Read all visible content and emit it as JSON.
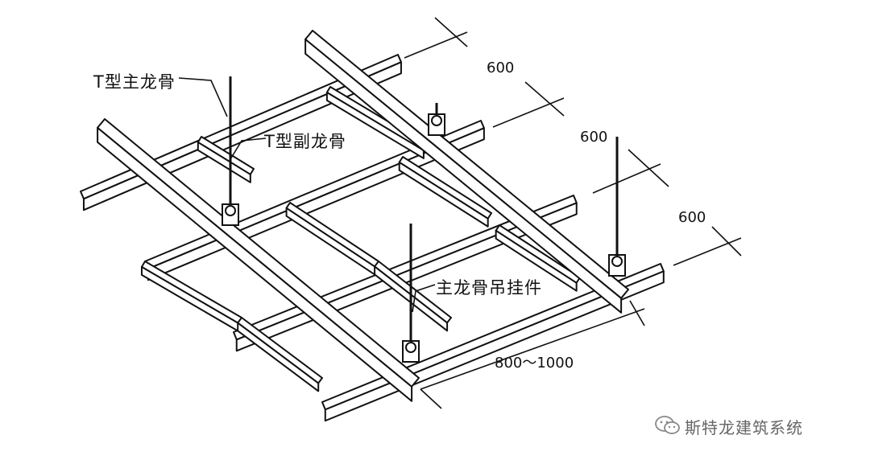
{
  "labels": {
    "main_keel": "T型主龙骨",
    "sub_keel": "T型副龙骨",
    "hanger": "主龙骨吊挂件"
  },
  "dimensions": {
    "d1": "600",
    "d2": "600",
    "d3": "600",
    "d4": "800～1000"
  },
  "watermark": {
    "icon": "wechat-icon",
    "text": "斯特龙建筑系统"
  },
  "colors": {
    "ink": "#111111",
    "fill": "#ffffff",
    "watermark": "#777777"
  }
}
